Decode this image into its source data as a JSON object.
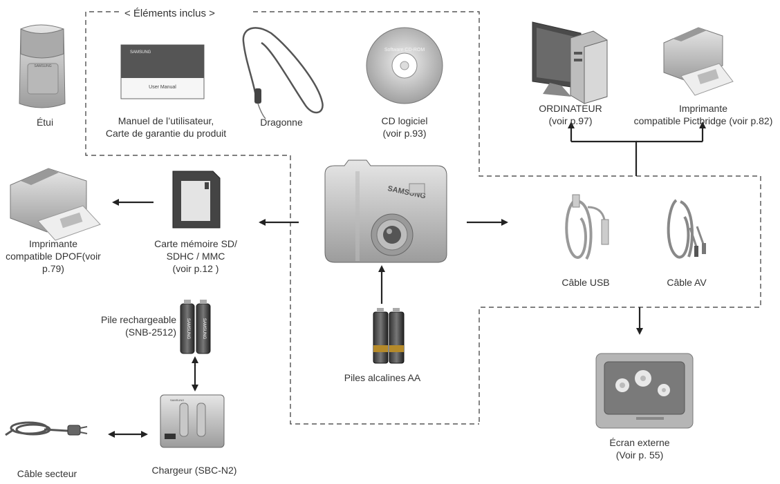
{
  "box_title": "< Éléments inclus >",
  "items": {
    "etui": [
      "Étui"
    ],
    "manuel": [
      "Manuel de l’utilisateur,",
      "Carte de garantie du produit"
    ],
    "manual_cover_text": "User Manual",
    "brand": "SAMSUNG",
    "dragonne": [
      "Dragonne"
    ],
    "cd": [
      "CD logiciel",
      "(voir p.93)"
    ],
    "cd_disc_text": "Software CD-ROM",
    "ordinateur": [
      "ORDINATEUR",
      "(voir p.97)"
    ],
    "imprimante_pict": [
      "Imprimante",
      "compatible Pictbridge (voir p.82)"
    ],
    "imprimante_dpof": [
      "Imprimante",
      "compatible DPOF(voir",
      "p.79)"
    ],
    "carte": [
      "Carte mémoire SD/",
      "SDHC / MMC",
      "(voir p.12 )"
    ],
    "cable_usb": [
      "Câble USB"
    ],
    "cable_av": [
      "Câble AV"
    ],
    "pile": [
      "Pile rechargeable",
      "(SNB-2512)"
    ],
    "piles_aa": [
      "Piles alcalines AA"
    ],
    "ecran": [
      "Écran externe",
      "(Voir p. 55)"
    ],
    "cable_secteur": [
      "Câble secteur"
    ],
    "chargeur": [
      "Chargeur (SBC-N2)"
    ]
  }
}
